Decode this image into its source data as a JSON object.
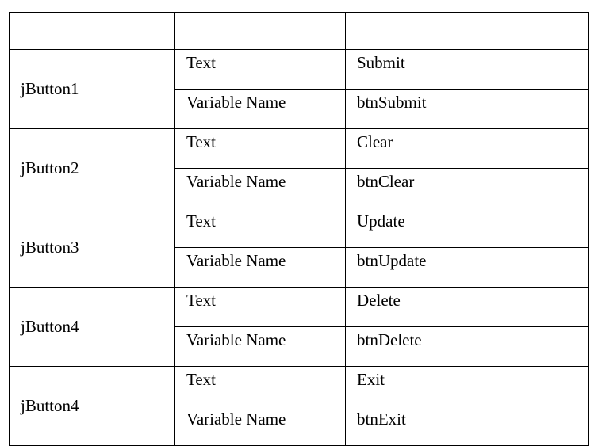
{
  "table": {
    "header": [
      "",
      "",
      ""
    ],
    "components": [
      {
        "name": "jButton1",
        "properties": [
          {
            "property": "Text",
            "value": "Submit"
          },
          {
            "property": "Variable Name",
            "value": "btnSubmit"
          }
        ]
      },
      {
        "name": "jButton2",
        "properties": [
          {
            "property": "Text",
            "value": "Clear"
          },
          {
            "property": "Variable Name",
            "value": "btnClear"
          }
        ]
      },
      {
        "name": "jButton3",
        "properties": [
          {
            "property": "Text",
            "value": "Update"
          },
          {
            "property": "Variable Name",
            "value": "btnUpdate"
          }
        ]
      },
      {
        "name": "jButton4",
        "properties": [
          {
            "property": "Text",
            "value": "Delete"
          },
          {
            "property": "Variable Name",
            "value": "btnDelete"
          }
        ]
      },
      {
        "name": "jButton4",
        "properties": [
          {
            "property": "Text",
            "value": "Exit"
          },
          {
            "property": "Variable Name",
            "value": "btnExit"
          }
        ]
      }
    ]
  }
}
